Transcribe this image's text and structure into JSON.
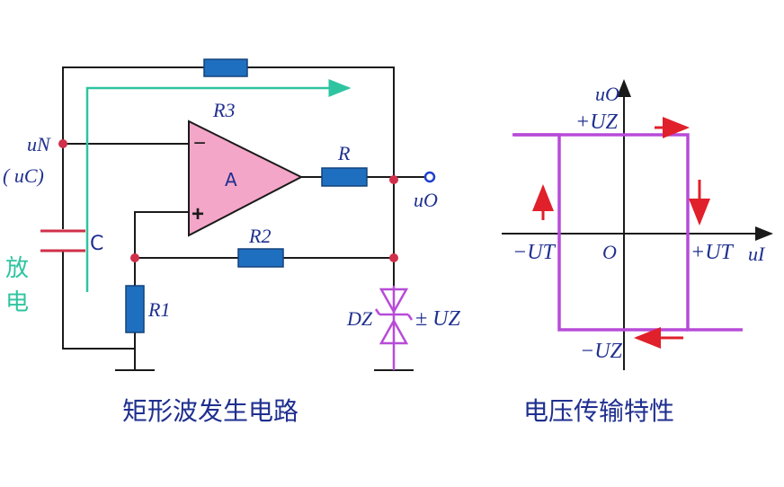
{
  "circuit": {
    "caption": "矩形波发生电路",
    "opamp_label": "A",
    "minus_sign": "−",
    "plus_sign": "+",
    "r3": "R3",
    "r": "R",
    "r2": "R2",
    "r1": "R1",
    "c": "C",
    "un": "uN",
    "uc": "( uC)",
    "uo": "uO",
    "dz": "DZ",
    "pm_uz": "± UZ",
    "discharge_1": "放",
    "discharge_2": "电"
  },
  "transfer": {
    "caption": "电压传输特性",
    "y_axis": "uO",
    "x_axis": "uI",
    "origin": "O",
    "plus_uz": "+UZ",
    "minus_uz": "−UZ",
    "plus_ut": "+UT",
    "minus_ut": "−UT"
  },
  "colors": {
    "wire": "#1a1a1a",
    "resistor": "#1f6fc0",
    "opamp": "#f4a6c8",
    "node": "#d0304a",
    "arrow_green": "#2ec4a0",
    "curve": "#b84bd8",
    "red_arrow": "#e0202a",
    "text_blue": "#1f2f8f"
  }
}
